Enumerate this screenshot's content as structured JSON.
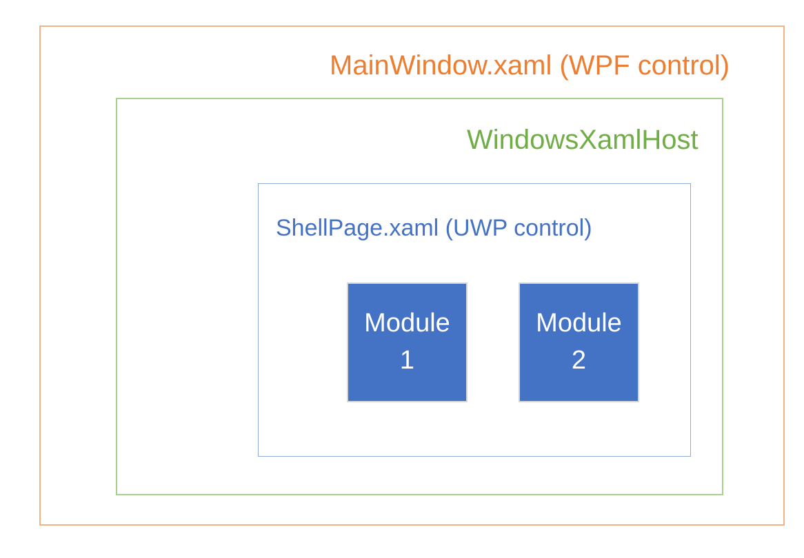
{
  "diagram": {
    "main_window": {
      "label": "MainWindow.xaml (WPF control)",
      "text_color": "#ED7D31",
      "border_color": "#F4B183"
    },
    "xaml_host": {
      "label": "WindowsXamlHost",
      "text_color": "#70AD47",
      "border_color": "#A9D18E"
    },
    "shell_page": {
      "label": "ShellPage.xaml (UWP control)",
      "text_color": "#4472C4",
      "border_color": "#8EAADB"
    },
    "module_style": {
      "fill": "#4472C4",
      "text_color": "#FFFFFF",
      "border_color": "#D6D6D6"
    },
    "modules": [
      {
        "name": "Module",
        "number": "1"
      },
      {
        "name": "Module",
        "number": "2"
      }
    ]
  }
}
